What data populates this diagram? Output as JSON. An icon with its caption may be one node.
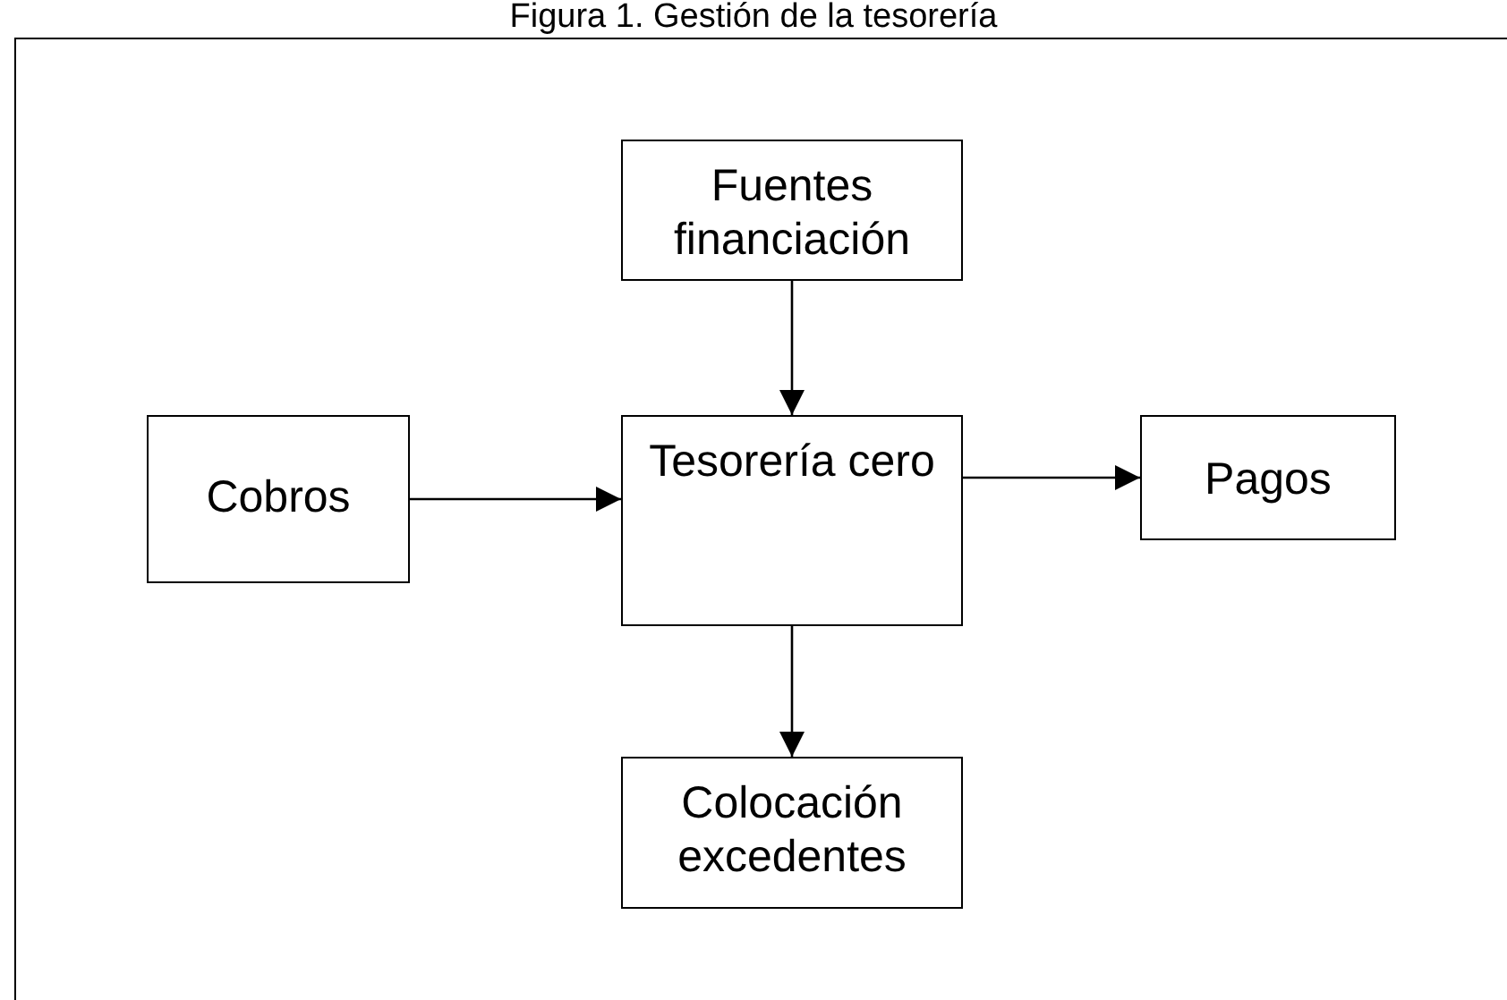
{
  "diagram": {
    "title": "Figura 1. Gestión de la tesorería",
    "nodes": [
      {
        "text": [
          "Fuentes financiación"
        ]
      },
      {
        "text": [
          "Cobros"
        ]
      },
      {
        "text": [
          "Tesorería cero"
        ]
      },
      {
        "text": [
          "Pagos"
        ]
      },
      {
        "text": [
          "Colocación excedentes"
        ]
      }
    ],
    "edges": [
      {
        "from": 0,
        "to": 2,
        "arrow": "to"
      },
      {
        "from": 1,
        "to": 2,
        "arrow": "to"
      },
      {
        "from": 2,
        "to": 3,
        "arrow": "to"
      },
      {
        "from": 2,
        "to": 4,
        "arrow": "to"
      }
    ]
  }
}
